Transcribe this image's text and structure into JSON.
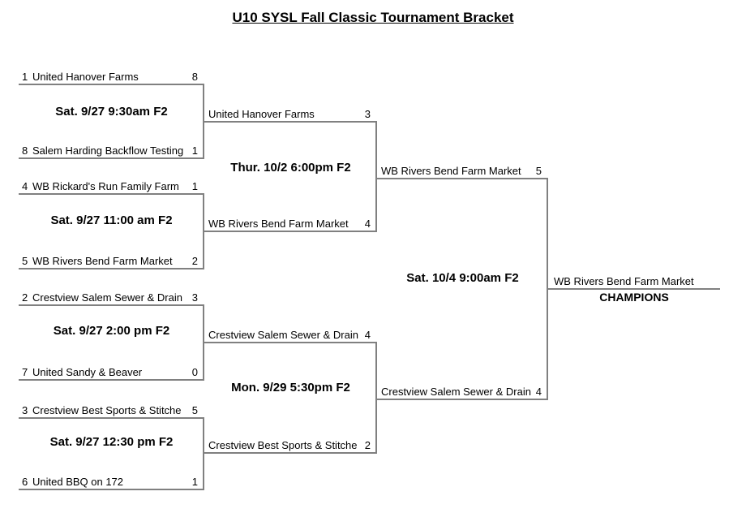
{
  "title": "U10 SYSL Fall Classic Tournament Bracket",
  "round1": [
    {
      "datetime": "Sat. 9/27 9:30am F2",
      "top": {
        "seed": "1",
        "team": "United Hanover Farms",
        "score": "8"
      },
      "bottom": {
        "seed": "8",
        "team": "Salem Harding Backflow Testing",
        "score": "1"
      }
    },
    {
      "datetime": "Sat. 9/27 11:00 am F2",
      "top": {
        "seed": "4",
        "team": "WB Rickard's Run Family Farm",
        "score": "1"
      },
      "bottom": {
        "seed": "5",
        "team": "WB Rivers Bend Farm Market",
        "score": "2"
      }
    },
    {
      "datetime": "Sat. 9/27 2:00 pm F2",
      "top": {
        "seed": "2",
        "team": "Crestview Salem Sewer & Drain",
        "score": "3"
      },
      "bottom": {
        "seed": "7",
        "team": "United Sandy & Beaver",
        "score": "0"
      }
    },
    {
      "datetime": "Sat. 9/27 12:30 pm F2",
      "top": {
        "seed": "3",
        "team": "Crestview Best Sports & Stitche",
        "score": "5"
      },
      "bottom": {
        "seed": "6",
        "team": "United BBQ on 172",
        "score": "1"
      }
    }
  ],
  "semifinals": [
    {
      "datetime": "Thur. 10/2 6:00pm F2",
      "top": {
        "team": "United Hanover Farms",
        "score": "3"
      },
      "bottom": {
        "team": "WB Rivers Bend Farm Market",
        "score": "4"
      }
    },
    {
      "datetime": "Mon. 9/29 5:30pm F2",
      "top": {
        "team": "Crestview Salem Sewer & Drain",
        "score": "4"
      },
      "bottom": {
        "team": "Crestview Best Sports & Stitche",
        "score": "2"
      }
    }
  ],
  "final": {
    "datetime": "Sat. 10/4 9:00am F2",
    "top": {
      "team": "WB Rivers Bend Farm Market",
      "score": "5"
    },
    "bottom": {
      "team": "Crestview Salem Sewer & Drain",
      "score": "4"
    }
  },
  "champion": {
    "team": "WB Rivers Bend Farm Market",
    "label": "CHAMPIONS"
  },
  "colors": {
    "bracket_line": "#808080",
    "text": "#000000",
    "background": "#ffffff"
  }
}
